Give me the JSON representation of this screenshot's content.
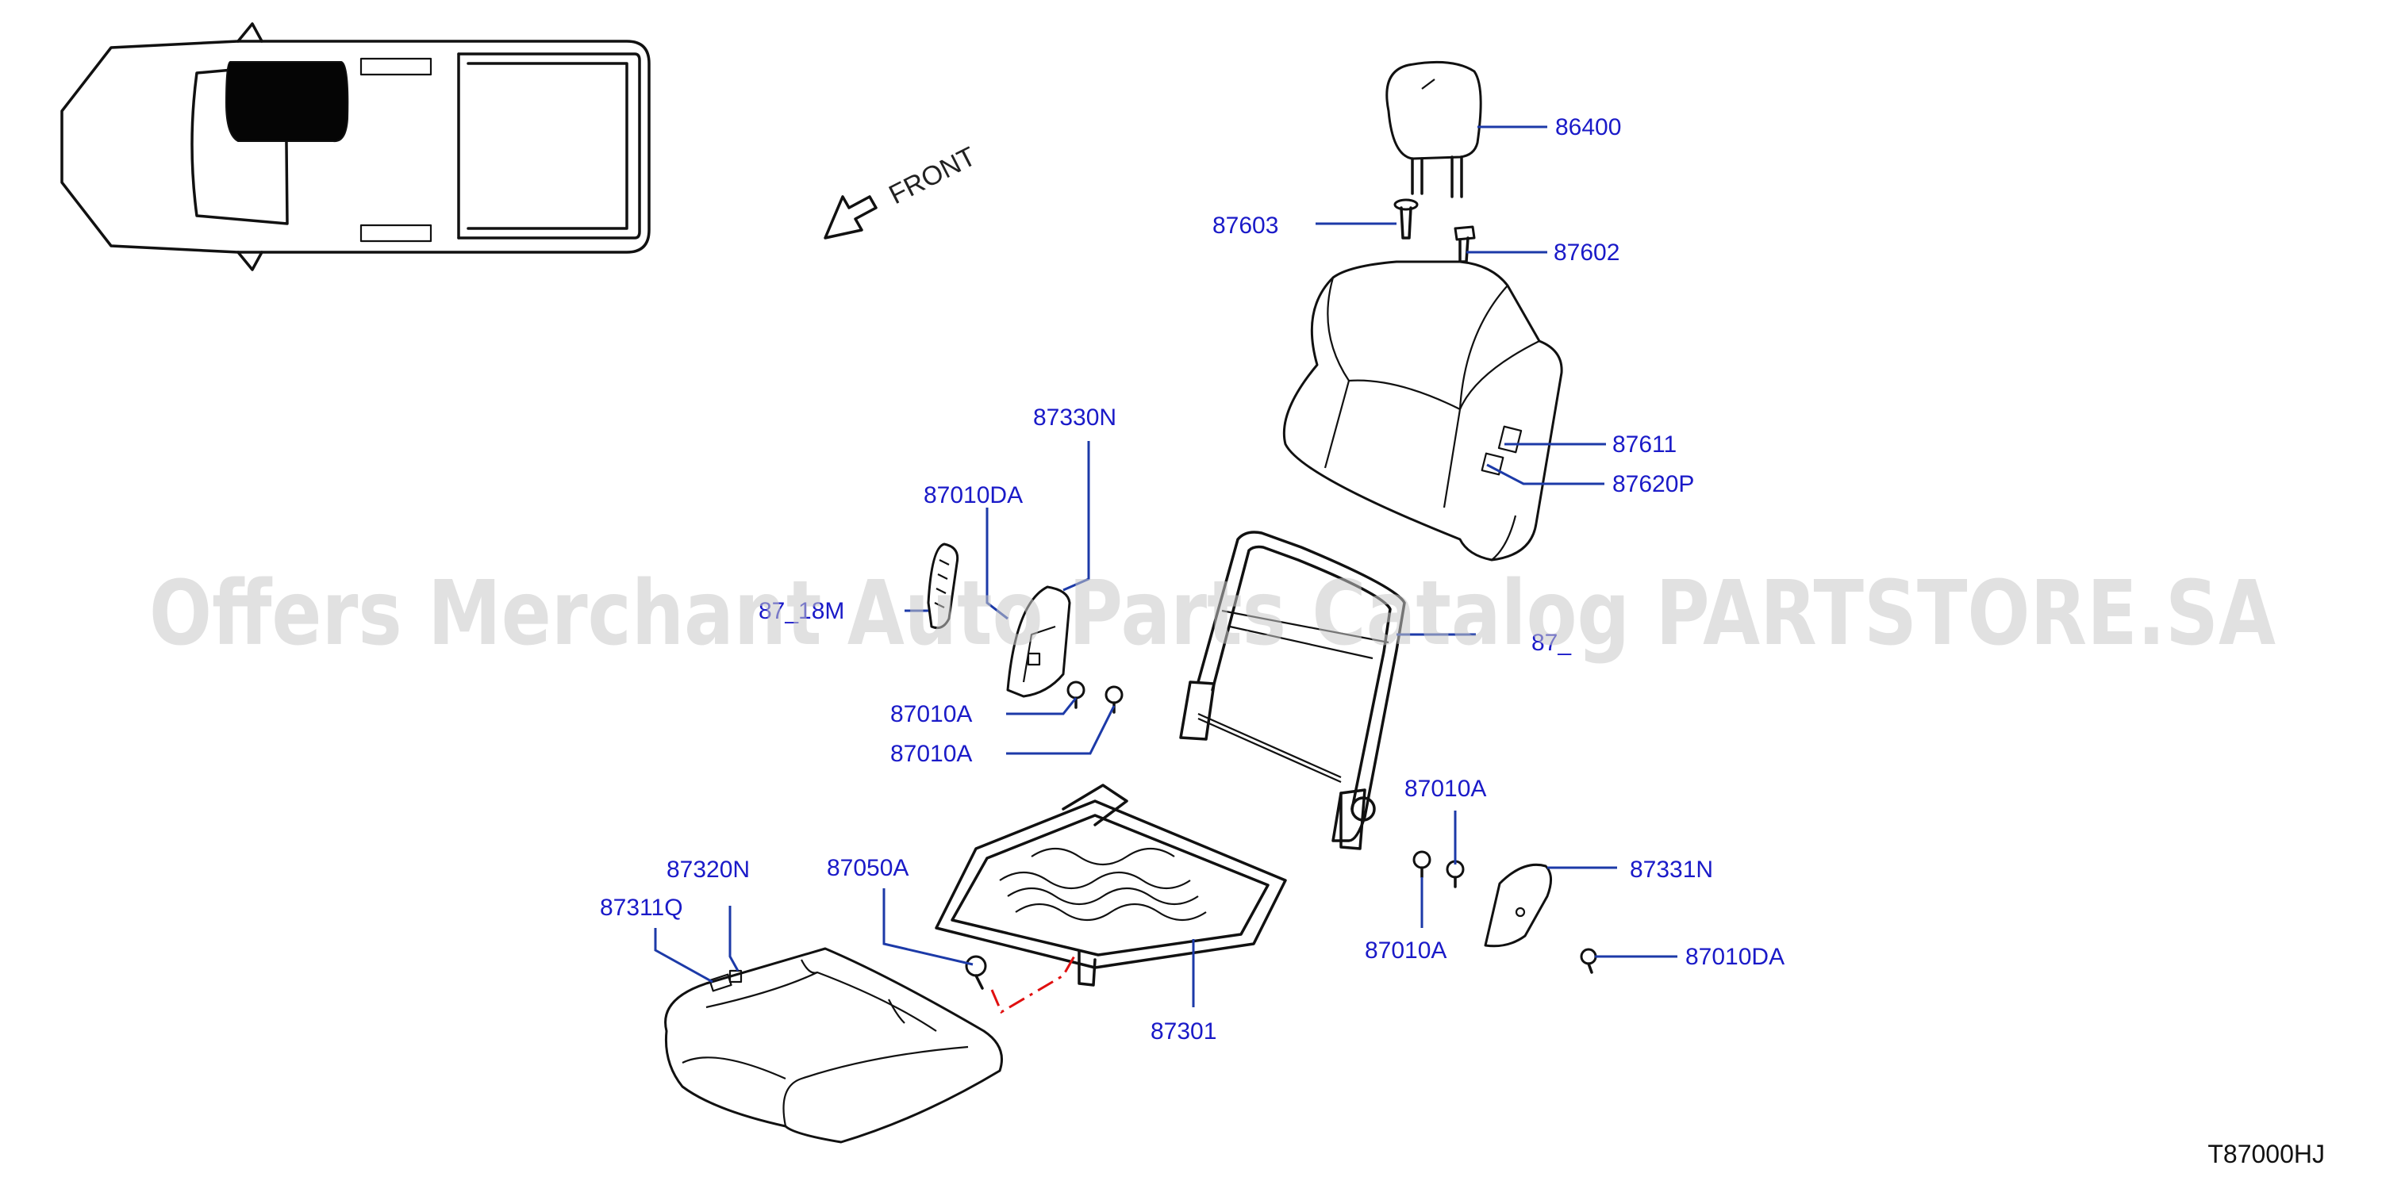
{
  "diagram_code": "T87000HJ",
  "direction_label": "FRONT",
  "watermark": "Offers Merchant Auto Parts Catalog PARTSTORE.SA",
  "callouts": {
    "c86400": "86400",
    "c87603": "87603",
    "c87602": "87602",
    "c87611": "87611",
    "c87620P": "87620P",
    "c87330N": "87330N",
    "c87010DA_top": "87010DA",
    "c87_18M": "87_18M",
    "c87_right": "87_",
    "c87010A_a": "87010A",
    "c87010A_b": "87010A",
    "c87010A_c": "87010A",
    "c87010A_d": "87010A",
    "c87331N": "87331N",
    "c87010DA_bottom": "87010DA",
    "c87320N": "87320N",
    "c87311Q": "87311Q",
    "c87050A": "87050A",
    "c87301": "87301"
  },
  "colors": {
    "callout_text": "#1a1ac8",
    "leader_line": "#1c3aa8",
    "linework": "#111111",
    "watermark": "#c8c8c8",
    "hidden_line": "#e01010"
  }
}
